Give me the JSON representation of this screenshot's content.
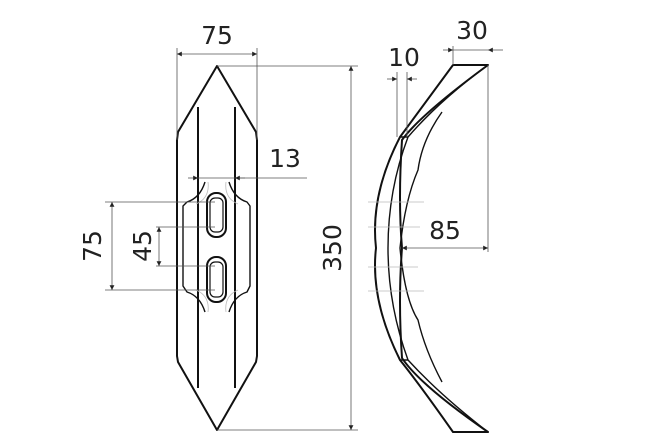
{
  "dimensions": {
    "width": "75",
    "length": "350",
    "slot_width": "13",
    "hole_outer_span": "75",
    "hole_spacing": "45",
    "thickness": "10",
    "tip_width": "30",
    "curvature_depth": "85"
  },
  "colors": {
    "line": "#111111",
    "dimension": "#555555"
  }
}
